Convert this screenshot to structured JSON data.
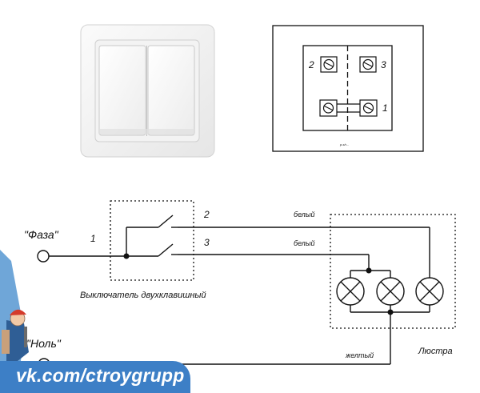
{
  "terminal_block": {
    "label_2": "2",
    "label_3": "3",
    "label_1": "1",
    "caption": "p-sh..."
  },
  "diagram": {
    "phase_label": "\"Фаза\"",
    "neutral_label": "\"Ноль\"",
    "wire_1_label": "1",
    "wire_2_label": "2",
    "wire_3_label": "3",
    "white_wire_top": "белый",
    "white_wire_bottom": "белый",
    "yellow_wire": "желтый",
    "switch_caption": "Выключатель двухклавишный",
    "chandelier_caption": "Люстра"
  },
  "watermark": {
    "text": "vk.com/ctroygrupp"
  },
  "colors": {
    "wire": "#111111",
    "banner": "#3d7fc6",
    "banner_text": "#ffffff"
  }
}
